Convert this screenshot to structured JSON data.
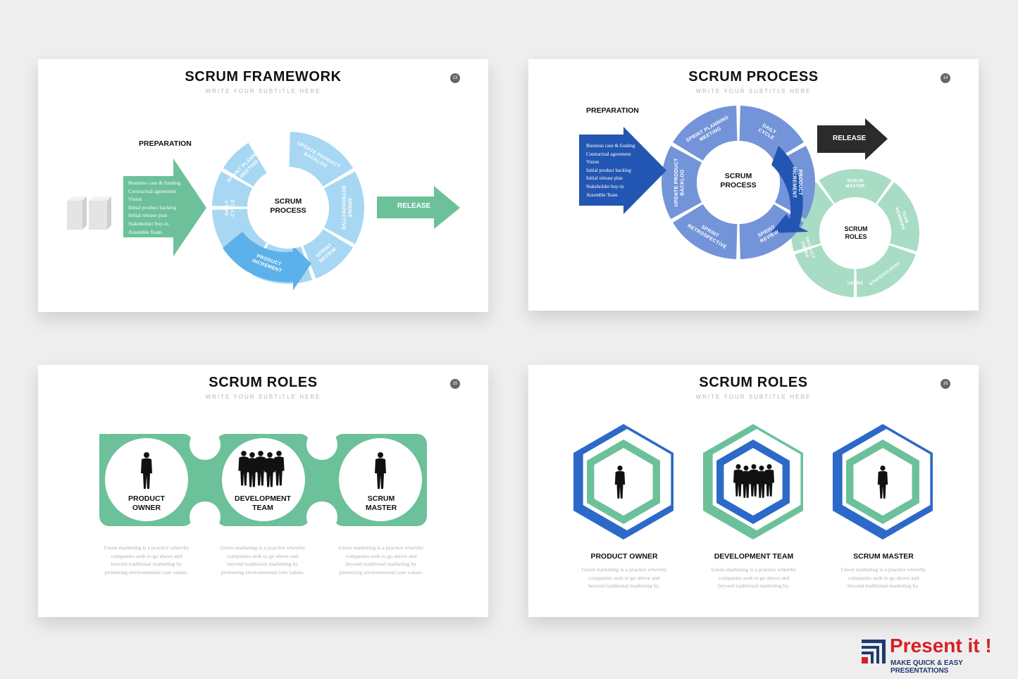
{
  "slides": [
    {
      "title": "SCRUM FRAMEWORK",
      "subtitle": "WRITE YOUR SUBTITLE HERE",
      "number": "13",
      "preparation_label": "PREPARATION",
      "prep_items": [
        "Business case & funding",
        "Contractual agreement",
        "Vision",
        "Initial product backlog",
        "Initial release plan",
        "Stakeholder buy-in",
        "Assemble Team"
      ],
      "center_label": [
        "SCRUM",
        "PROCESS"
      ],
      "segments": [
        "SPRINT PLANNING MEETING",
        "UPDATE PRODUCT BACKLOG",
        "SPRINT RETROSPECTIVE",
        "SPRINT REVIEW",
        "PRODUCT INCREMENT",
        "DAILY CYCLE"
      ],
      "release_label": "RELEASE"
    },
    {
      "title": "SCRUM PROCESS",
      "subtitle": "WRITE YOUR SUBTITLE HERE",
      "number": "14",
      "preparation_label": "PREPARATION",
      "prep_items": [
        "Business case & funding",
        "Contractual agreement",
        "Vision",
        "Initial product backlog",
        "Initial release plan",
        "Stakeholder buy-in",
        "Assemble Team"
      ],
      "center_label": [
        "SCRUM",
        "PROCESS"
      ],
      "segments": [
        "SPRINT PLANNING MEETING",
        "DAILY CYCLE",
        "PRODUCT INCREMENT",
        "SPRINT REVIEW",
        "SPRINT RETROSPECTIVE",
        "UPDATE PRODUCT BACKLOG"
      ],
      "release_label": "RELEASE",
      "roles_center": [
        "SCRUM",
        "ROLES"
      ],
      "roles_segments": [
        "SCRUM MASTER",
        "TEAM MEMBERS",
        "STAKEHOLDERS",
        "USERS",
        "PRODUCT OWNER"
      ]
    },
    {
      "title": "SCRUM ROLES",
      "subtitle": "WRITE YOUR SUBTITLE HERE",
      "number": "15",
      "roles": [
        {
          "name": [
            "PRODUCT",
            "OWNER"
          ],
          "desc": [
            "Green marketing is a practice whereby",
            "companies seek to go above and",
            "beyond traditional marketing by",
            "promoting environmental core values."
          ]
        },
        {
          "name": [
            "DEVELOPMENT",
            "TEAM"
          ],
          "desc": [
            "Green marketing is a practice whereby",
            "companies seek to go above and",
            "beyond traditional marketing by",
            "promoting environmental core values."
          ]
        },
        {
          "name": [
            "SCRUM",
            "MASTER"
          ],
          "desc": [
            "Green marketing is a practice whereby",
            "companies seek to go above and",
            "beyond traditional marketing by",
            "promoting environmental core values."
          ]
        }
      ]
    },
    {
      "title": "SCRUM ROLES",
      "subtitle": "WRITE YOUR SUBTITLE HERE",
      "number": "16",
      "roles": [
        {
          "name": "PRODUCT OWNER",
          "desc": [
            "Green marketing is a practice whereby",
            "companies seek to go above and",
            "beyond traditional marketing by."
          ]
        },
        {
          "name": "DEVELOPMENT TEAM",
          "desc": [
            "Green marketing is a practice whereby",
            "companies seek to go above and",
            "beyond traditional marketing by."
          ]
        },
        {
          "name": "SCRUM MASTER",
          "desc": [
            "Green marketing is a practice whereby",
            "companies seek to go above and",
            "beyond traditional marketing by."
          ]
        }
      ]
    }
  ],
  "brand": {
    "name": "Present it !",
    "tagline": "MAKE QUICK & EASY PRESENTATIONS"
  },
  "colors": {
    "green": "#6cc19a",
    "light_blue": "#a7d7f3",
    "mid_blue": "#5cb1ea",
    "blue": "#7394d8",
    "dark_blue": "#2356b2",
    "mint": "#a8dcc5",
    "hex_blue": "#2d69c9",
    "dark": "#2b2b2b",
    "brand_red": "#d81f26"
  }
}
